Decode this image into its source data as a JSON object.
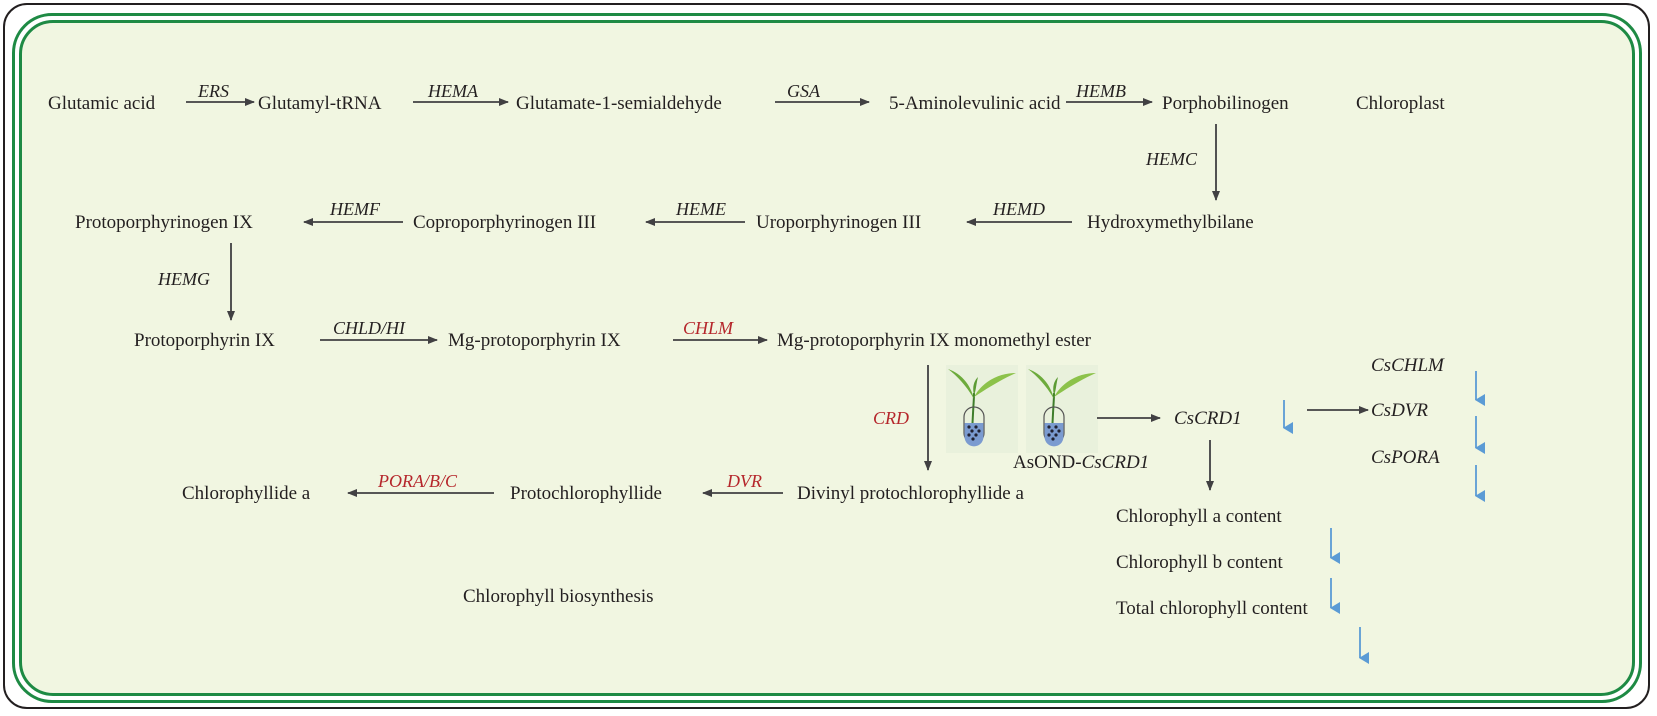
{
  "diagram": {
    "region_label": "Chloroplast",
    "title": "Chlorophyll biosynthesis",
    "compounds": {
      "glutamic_acid": "Glutamic acid",
      "glutamyl_trna": "Glutamyl-tRNA",
      "gsa": "Glutamate-1-semialdehyde",
      "ala": "5-Aminolevulinic acid",
      "pbg": "Porphobilinogen",
      "hmb": "Hydroxymethylbilane",
      "urogen": "Uroporphyrinogen III",
      "coprogen": "Coproporphyrinogen III",
      "protogen": "Protoporphyrinogen IX",
      "proto": "Protoporphyrin IX",
      "mgproto": "Mg-protoporphyrin IX",
      "mgprotome": "Mg-protoporphyrin IX monomethyl ester",
      "dvpchlide": "Divinyl protochlorophyllide a",
      "pchlide": "Protochlorophyllide",
      "chlide": "Chlorophyllide a"
    },
    "enzymes": {
      "ers": "ERS",
      "hema": "HEMA",
      "gsa": "GSA",
      "hemb": "HEMB",
      "hemc": "HEMC",
      "hemd": "HEMD",
      "heme": "HEME",
      "hemf": "HEMF",
      "hemg": "HEMG",
      "chld": "CHLD/HI",
      "chlm": "CHLM",
      "crd": "CRD",
      "dvr": "DVR",
      "por": "PORA/B/C"
    },
    "experiment": {
      "treatment_prefix": "AsOND-",
      "treatment_gene": "CsCRD1",
      "target_gene": "CsCRD1",
      "downstream_genes": [
        "CsCHLM",
        "CsDVR",
        "CsPORA"
      ],
      "phenotypes": [
        "Chlorophyll a content",
        "Chlorophyll b content",
        "Total chlorophyll content"
      ],
      "direction": "decrease"
    },
    "colors": {
      "highlight_enzyme": "#b5262b",
      "down_arrow": "#5b9bd5",
      "border_green": "#1e8a44",
      "background": "#f1f6e1"
    }
  }
}
